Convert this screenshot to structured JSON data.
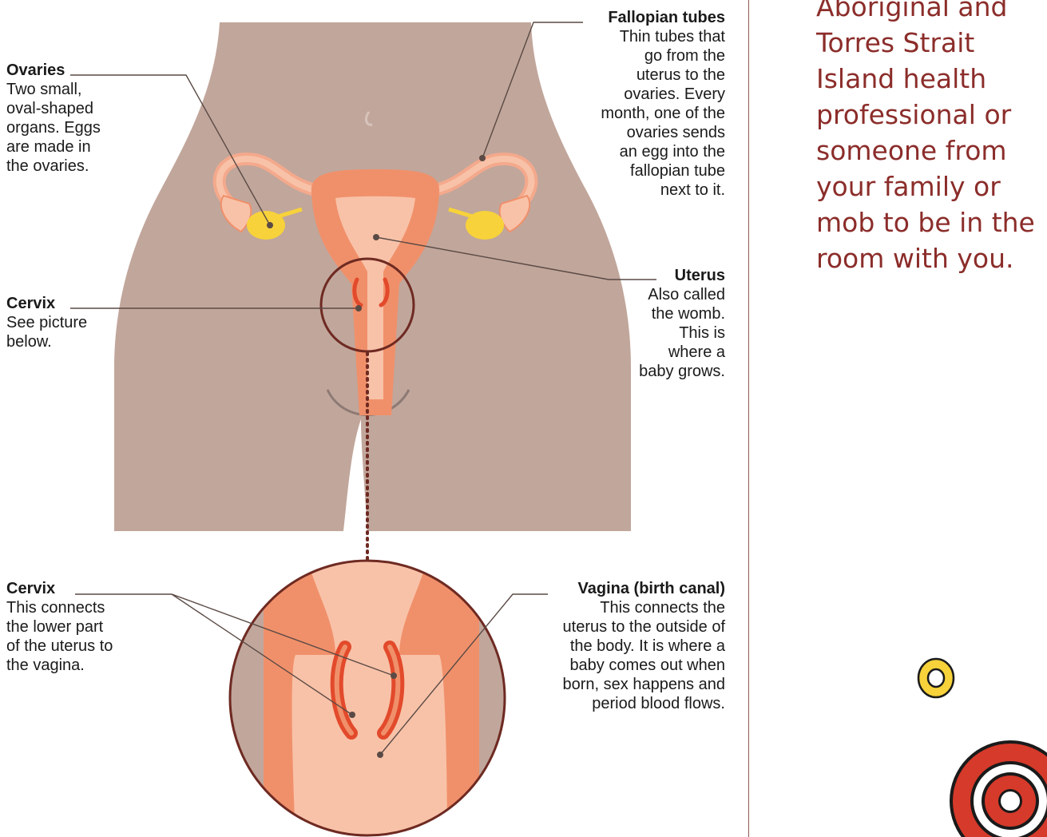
{
  "labels": {
    "fallopian": {
      "title": "Fallopian tubes",
      "text": [
        "Thin tubes that",
        "go from the",
        "uterus to the",
        "ovaries. Every",
        "month, one of the",
        "ovaries sends",
        "an egg into the",
        "fallopian tube",
        "next to it."
      ]
    },
    "ovaries": {
      "title": "Ovaries",
      "text": [
        "Two small,",
        "oval-shaped",
        "organs. Eggs",
        "are made in",
        "the ovaries."
      ]
    },
    "cervix_top": {
      "title": "Cervix",
      "text": [
        "See picture",
        "below."
      ]
    },
    "uterus": {
      "title": "Uterus",
      "text": [
        "Also called",
        "the womb.",
        "This is",
        "where a",
        "baby grows."
      ]
    },
    "cervix_bottom": {
      "title": "Cervix",
      "text": [
        "This connects",
        "the lower part",
        "of the uterus to",
        "the vagina."
      ]
    },
    "vagina": {
      "title": "Vagina (birth canal)",
      "text": [
        "This connects the",
        "uterus to the outside of",
        "the body. It is where a",
        "baby comes out when",
        "born, sex happens and",
        "period blood flows."
      ]
    }
  },
  "sidebar": {
    "lines": [
      "Aboriginal and",
      "Torres Strait",
      "Island health",
      "professional or",
      "someone from",
      "your family or",
      "mob to be in the",
      "room with you."
    ]
  },
  "colors": {
    "skin": "#c1a69b",
    "uterus_dark": "#f0906a",
    "uterus_light": "#f8c2a8",
    "cervix_red": "#e24a2b",
    "ovary_yellow": "#f7d23a",
    "leader_line": "#5a4a45",
    "circle_outline": "#6e2a22",
    "accent_text": "#8b2d2a"
  }
}
